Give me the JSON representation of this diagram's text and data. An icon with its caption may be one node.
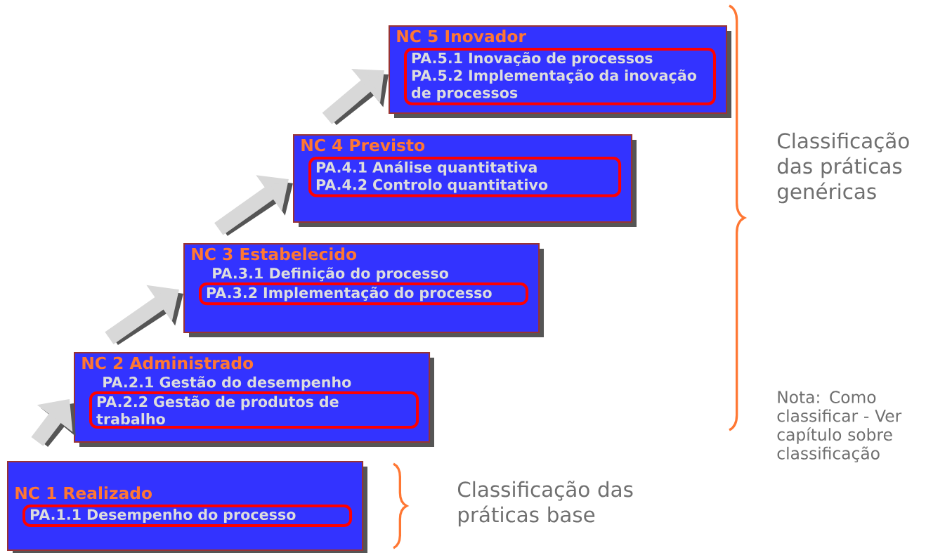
{
  "diagram": {
    "nodes": [
      {
        "text": [
          "NC 5 Inovador"
        ]
      },
      {
        "text": [
          "PA.5.1 Inovação de processos",
          "PA.5.2 Implementação da inovação de processos"
        ],
        "in": 0
      },
      {
        "text": [
          "NC 4 Previsto"
        ]
      },
      {
        "text": [
          "PA.4.1 Análise quantitativa",
          "PA.4.2 Controlo quantitativo"
        ],
        "in": 2
      },
      {
        "text": [
          "NC 3 Estabelecido",
          "PA.3.1 Definição do processo"
        ]
      },
      {
        "text": [
          "PA.3.2 Implementação do processo"
        ],
        "in": 4
      },
      {
        "text": [
          "NC 2 Administrado",
          "PA.2.1 Gestão do desempenho"
        ]
      },
      {
        "text": [
          "PA.2.2 Gestão de produtos de trabalho"
        ],
        "in": 6
      },
      {
        "text": [
          "NC 1 Realizado"
        ]
      },
      {
        "text": [
          "PA.1.1 Desempenho do processo"
        ],
        "in": 8
      }
    ],
    "edges": [
      {
        "from": 8,
        "to": 6,
        "arrow": "to"
      },
      {
        "from": 6,
        "to": 4,
        "arrow": "to"
      },
      {
        "from": 4,
        "to": 2,
        "arrow": "to"
      },
      {
        "from": 2,
        "to": 0,
        "arrow": "to"
      }
    ],
    "labels": [
      "Classificação das práticas genéricas",
      "Nota: Como classificar - Ver capítulo sobre classificação",
      "Classificação das práticas base"
    ]
  }
}
